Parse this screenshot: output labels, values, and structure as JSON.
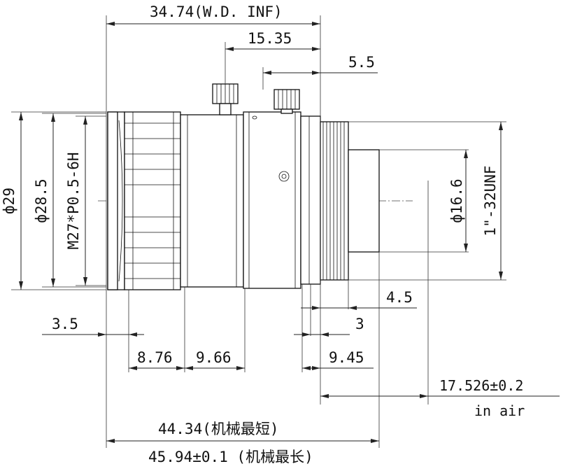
{
  "dimensions": {
    "top_wd_inf": "34.74(W.D. INF)",
    "top_1535": "15.35",
    "top_55": "5.5",
    "dia_29": "ф29",
    "dia_285": "ф28.5",
    "thread_front": "M27*P0.5-6H",
    "dia_166": "ф16.6",
    "thread_mount": "1\"-32UNF",
    "d_35": "3.5",
    "d_45": "4.5",
    "d_3": "3",
    "d_876": "8.76",
    "d_966": "9.66",
    "d_945": "9.45",
    "flange": "17.526±0.2",
    "flange_note": "in air",
    "len_min": "44.34(机械最短)",
    "len_max": "45.94±0.1 (机械最长)"
  }
}
